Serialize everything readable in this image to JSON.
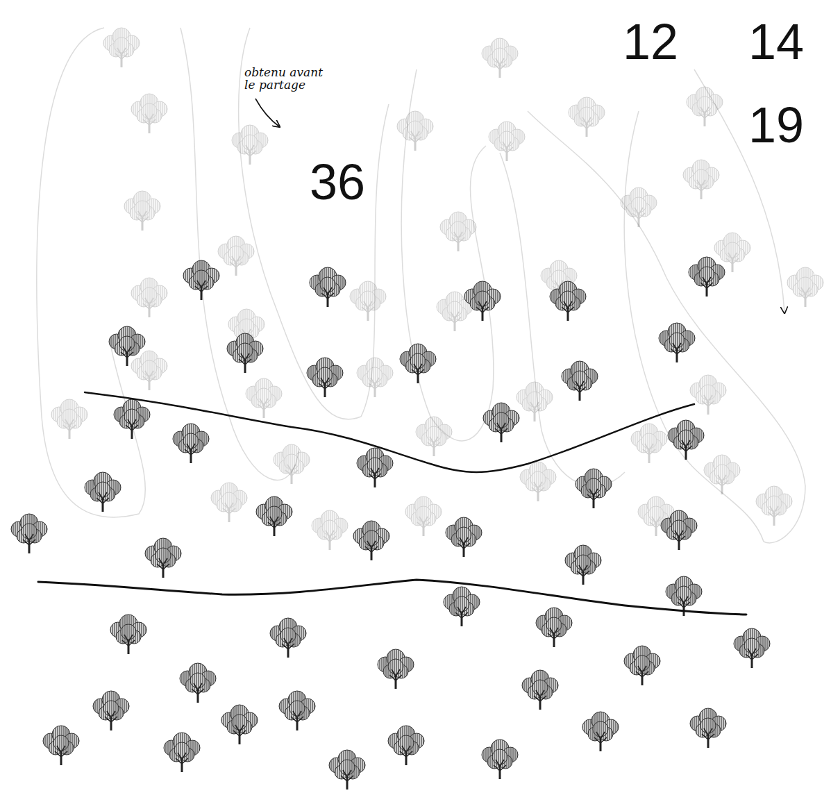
{
  "diagram": {
    "labels": [
      "obtenu avant le partage",
      "36",
      "12",
      "14",
      "19"
    ]
  }
}
